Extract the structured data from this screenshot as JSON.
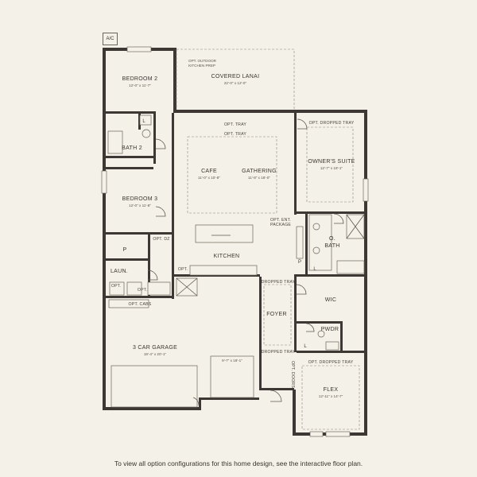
{
  "ac": "A/C",
  "rooms": {
    "bedroom2": {
      "name": "BEDROOM 2",
      "dim": "12'-0\" x 11'-7\""
    },
    "lanai": {
      "name": "COVERED LANAI",
      "dim": "22'-0\" x 12'-0\""
    },
    "kitchen_prep": {
      "line1": "OPT. OUTDOOR",
      "line2": "KITCHEN PREP"
    },
    "bath2": {
      "name": "BATH 2"
    },
    "bedroom3": {
      "name": "BEDROOM 3",
      "dim": "12'-0\" x 11'-8\""
    },
    "cafe": {
      "name": "CAFE",
      "dim": "11'-0\" x 10'-8\""
    },
    "gathering": {
      "name": "GATHERING",
      "dim": "11'-8\" x 18'-0\""
    },
    "owners_suite": {
      "name": "OWNER'S SUITE",
      "dim": "12'-7\" x 18'-1\""
    },
    "obath": {
      "line1": "O.",
      "line2": "BATH"
    },
    "kitchen": {
      "name": "KITCHEN"
    },
    "laundry": {
      "name": "LAUN."
    },
    "pantry": {
      "name": "P"
    },
    "wic": {
      "name": "WIC"
    },
    "foyer": {
      "name": "FOYER"
    },
    "pwdr": {
      "name": "PWDR"
    },
    "garage": {
      "name": "3 CAR GARAGE",
      "dim": "18'-4\" x 20'-1\"",
      "dim2": "9'-7\" x 18'-1\""
    },
    "flex": {
      "name": "FLEX",
      "dim": "12'-11\" x 14'-7\""
    }
  },
  "notes": {
    "opt_tray_1": "OPT. TRAY",
    "opt_tray_2": "OPT. TRAY",
    "opt_dropped_tray_owner": "OPT. DROPPED TRAY",
    "opt_ent_package_1": "OPT. ENT.",
    "opt_ent_package_2": "PACKAGE",
    "opt_dz": "OPT. DZ",
    "opt_cabs": "OPT. CABS",
    "opt_kitchen": "OPT.",
    "opt_laun_1": "OPT.",
    "opt_laun_2": "OPT.",
    "dropped_tray_foyer": "DROPPED TRAY",
    "dropped_tray_2": "DROPPED TRAY",
    "opt_dropped_tray_flex": "OPT. DROPPED TRAY",
    "opt_doors": "OPT. DOORS",
    "l_bath2": "L",
    "l_obath": "L",
    "l_pwdr": "L",
    "p_closet": "P"
  },
  "footer": "To view all option configurations for this home design, see the interactive floor plan."
}
